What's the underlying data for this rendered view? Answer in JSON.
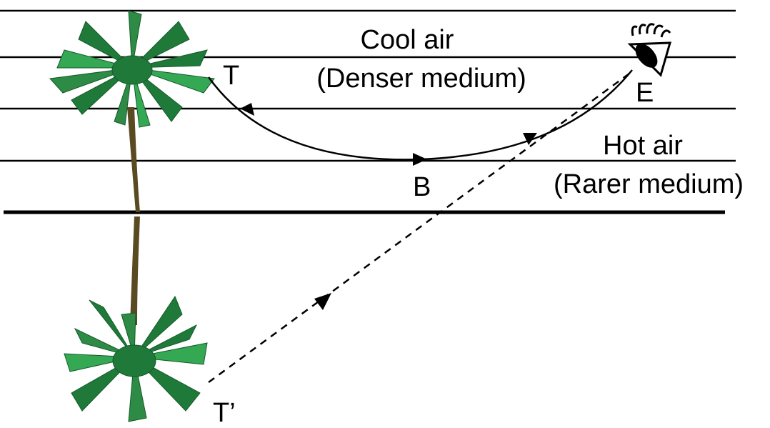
{
  "labels": {
    "cool_air": "Cool air",
    "denser_medium": "(Denser medium)",
    "hot_air": "Hot air",
    "rarer_medium": "(Rarer medium)",
    "point_t": "T",
    "point_e": "E",
    "point_b": "B",
    "point_t_prime": "T’"
  },
  "colors": {
    "line": "#000000",
    "leaf_dark": "#1f7a3a",
    "leaf_light": "#34a853",
    "trunk": "#5a4a22"
  },
  "icons": {
    "observer": "eye-icon",
    "tree": "palm-tree",
    "image": "inverted-palm-tree"
  }
}
